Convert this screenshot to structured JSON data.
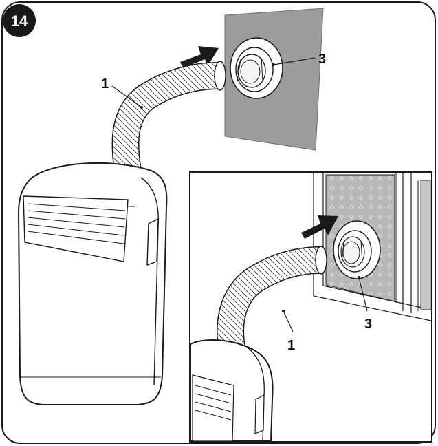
{
  "step": {
    "number": "14"
  },
  "main_view": {
    "callouts": {
      "hose": "1",
      "window_adapter": "3"
    }
  },
  "detail_view": {
    "callouts": {
      "hose": "1",
      "window_adapter": "3"
    }
  },
  "colors": {
    "outline": "#1a1a1a",
    "badge": "#1a1a1a",
    "wall_panel": "#9c9c9c",
    "window_glass": "#b8b8b8",
    "arrow": "#1a1a1a",
    "hose_fill": "#ffffff"
  },
  "icons": {
    "main_arrow": "arrow-right-icon",
    "detail_arrow": "arrow-right-icon"
  }
}
